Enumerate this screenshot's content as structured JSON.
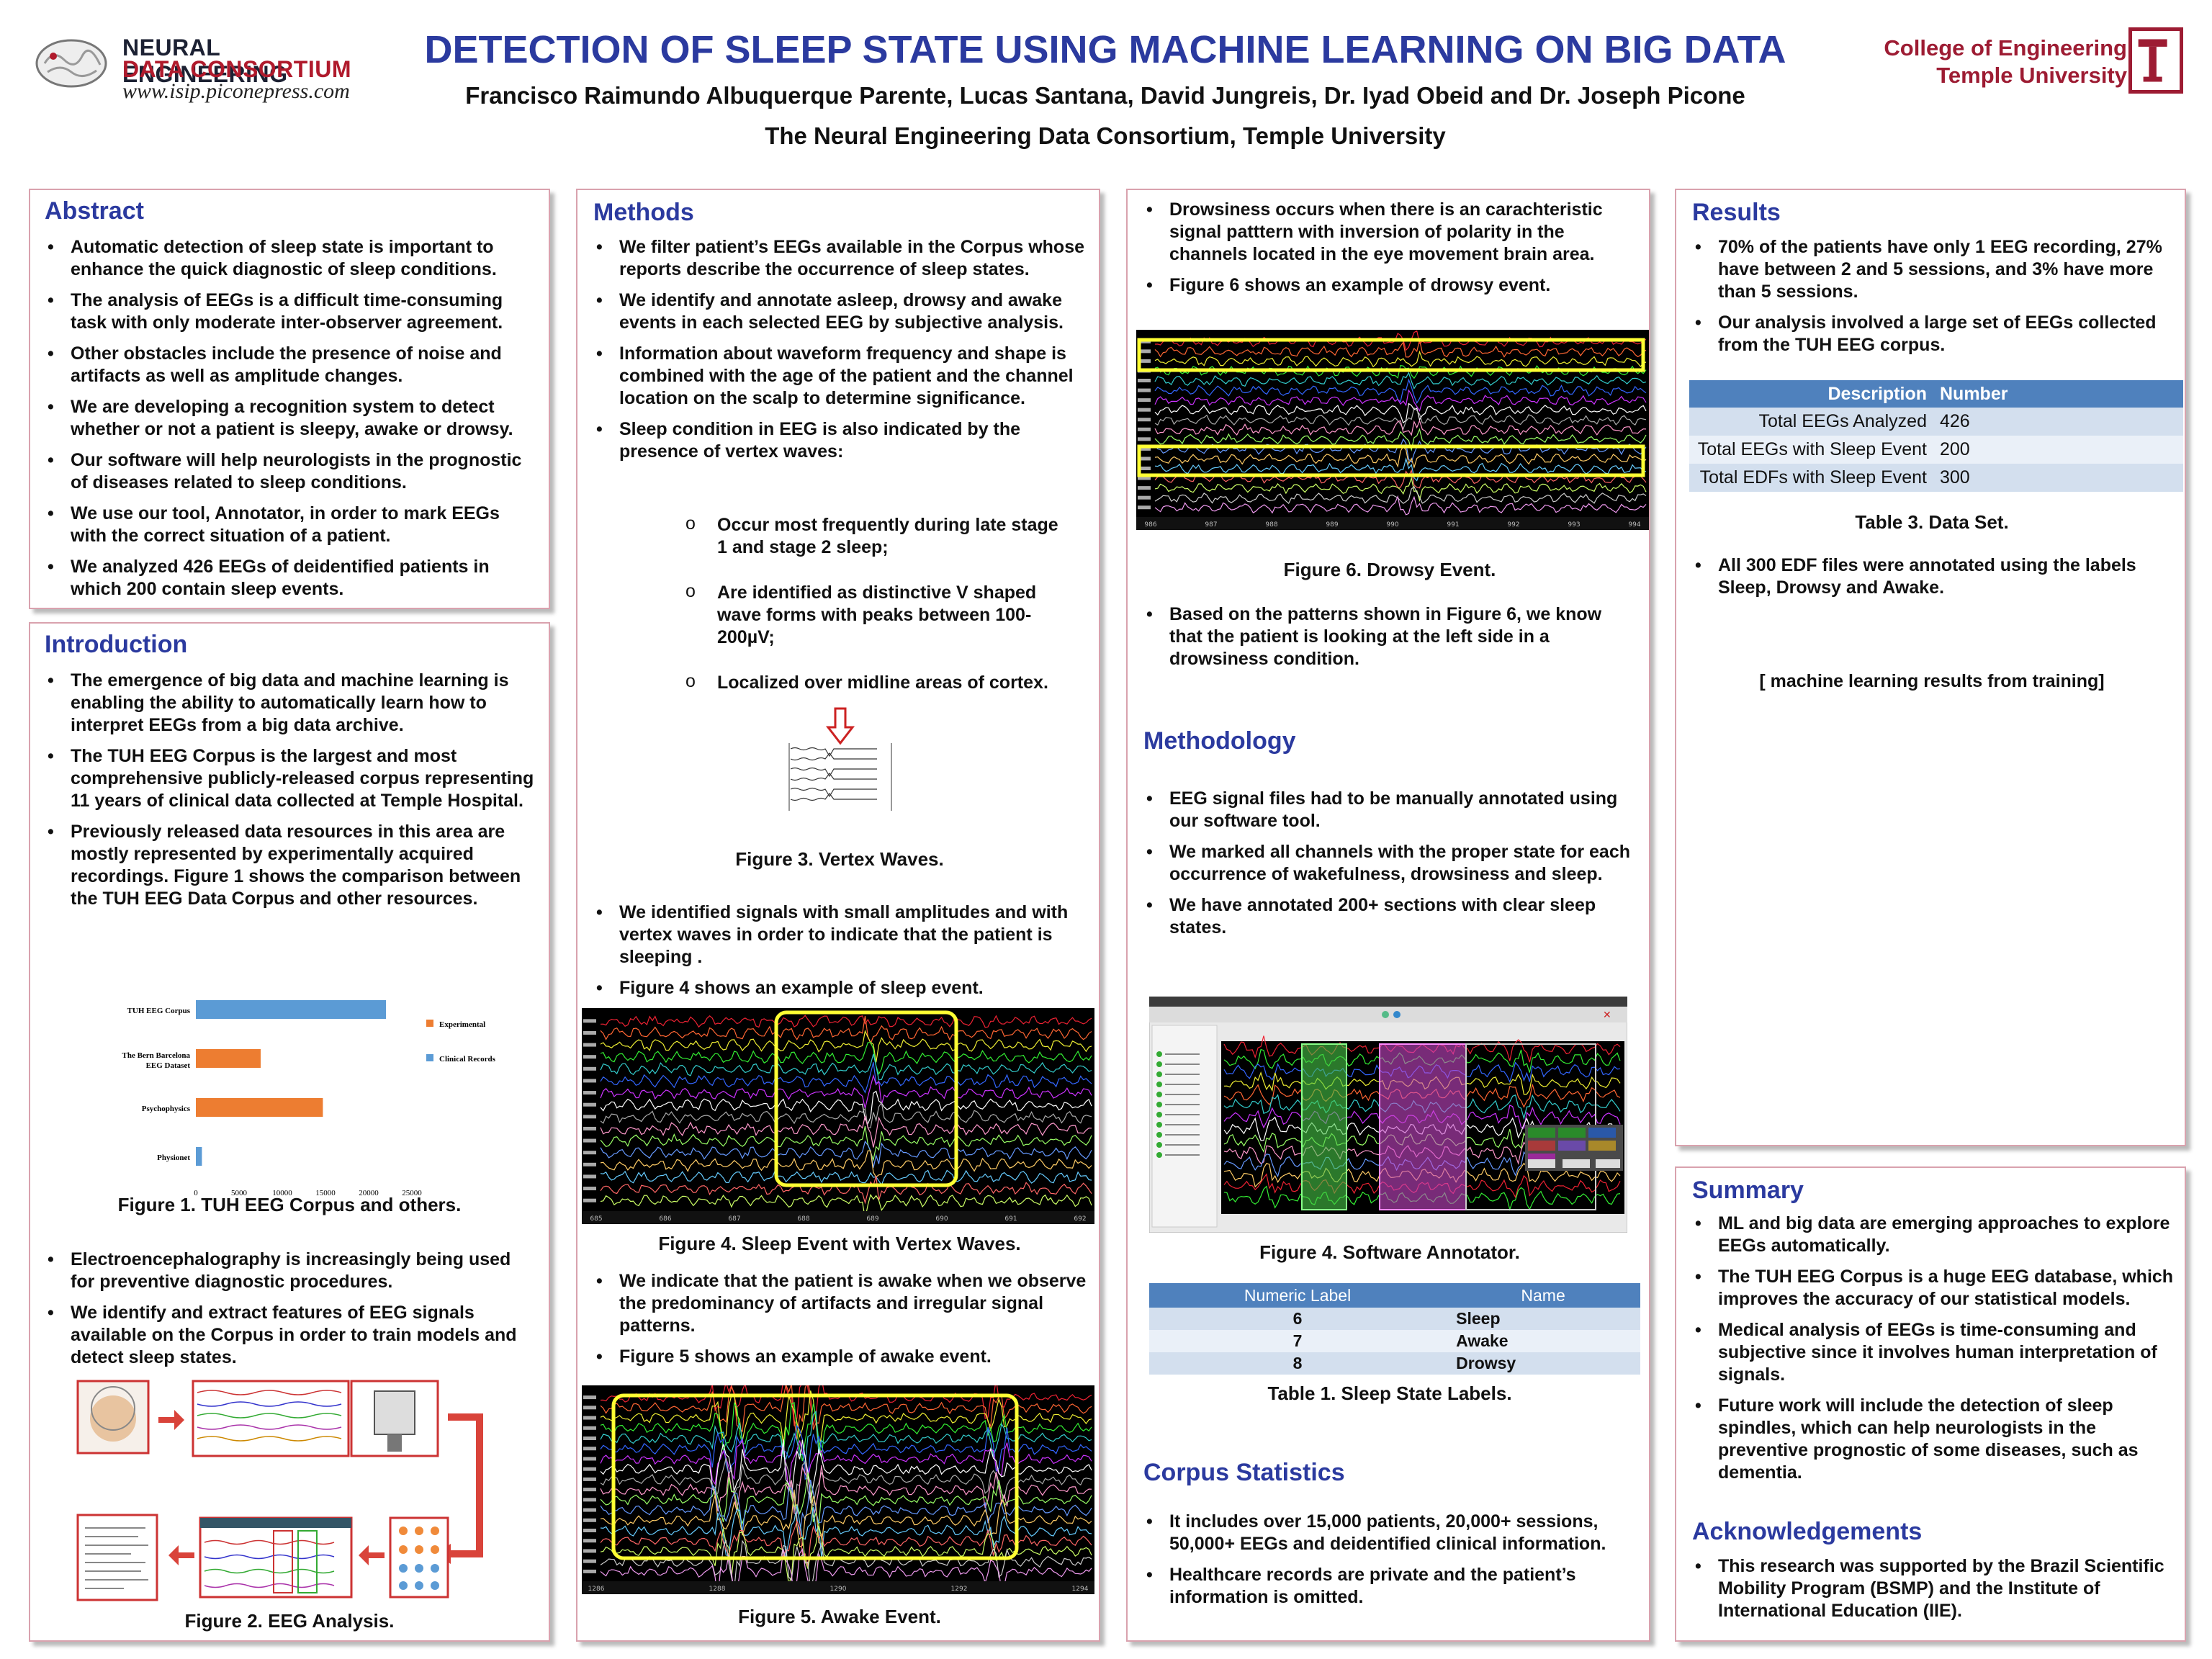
{
  "header": {
    "org_l1": "NEURAL ENGINEERING",
    "org_l2": "DATA CONSORTIUM",
    "url": "www.isip.piconepress.com",
    "title": "DETECTION OF SLEEP STATE USING MACHINE LEARNING ON BIG DATA",
    "authors": "Francisco Raimundo Albuquerque Parente, Lucas Santana, David Jungreis, Dr. Iyad Obeid and Dr. Joseph Picone",
    "affiliation": "The Neural Engineering Data Consortium, Temple University",
    "college_l1": "College of Engineering",
    "college_l2": "Temple University"
  },
  "abstract": {
    "heading": "Abstract",
    "bullets": [
      "Automatic detection of sleep state is important to enhance the quick diagnostic of sleep conditions.",
      "The analysis of EEGs is a difficult time-consuming task with only moderate inter-observer agreement.",
      "Other obstacles include the presence of noise and artifacts as well as amplitude changes.",
      "We are developing a recognition system to detect whether or not a patient is sleepy, awake or drowsy.",
      "Our software will help neurologists in the prognostic of diseases related to sleep conditions.",
      "We use our tool, Annotator, in order to mark EEGs with the correct situation of a patient.",
      "We analyzed 426 EEGs of deidentified patients in which 200 contain sleep events."
    ]
  },
  "introduction": {
    "heading": "Introduction",
    "bullets": [
      "The emergence of big data and machine learning is enabling the ability to automatically learn how to interpret EEGs from a big data archive.",
      "The TUH EEG Corpus is the largest and most comprehensive publicly-released corpus representing 11 years of clinical data collected at Temple Hospital.",
      "Previously released data resources in this area are mostly represented by experimentally acquired recordings.  Figure 1 shows the comparison between the TUH EEG Data Corpus and other resources."
    ],
    "fig1_caption": "Figure 1. TUH EEG Corpus and others.",
    "bullets2": [
      "Electroencephalography is increasingly being used for preventive diagnostic procedures.",
      "We identify and extract features of EEG signals available on the Corpus in order to train models and detect sleep states."
    ],
    "fig2_caption": "Figure 2. EEG Analysis."
  },
  "chart_data": {
    "type": "bar",
    "orientation": "horizontal",
    "categories": [
      "TUH EEG Corpus",
      "The Bern Barcelona EEG Dataset",
      "Psychophysics",
      "Physionet"
    ],
    "values": [
      22000,
      7500,
      14700,
      700
    ],
    "bar_colors": [
      "#5b9bd5",
      "#ed7d31",
      "#ed7d31",
      "#5b9bd5"
    ],
    "legend": [
      {
        "name": "Experimental",
        "color": "#ed7d31"
      },
      {
        "name": "Clinical Records",
        "color": "#5b9bd5"
      }
    ],
    "xticks": [
      "0",
      "5000",
      "10000",
      "15000",
      "20000",
      "25000"
    ],
    "xlim": [
      0,
      25000
    ],
    "legend_position": "right"
  },
  "methods": {
    "heading": "Methods",
    "bullets": [
      "We filter patient’s EEGs available in the Corpus whose reports describe the occurrence of sleep states.",
      "We identify and annotate asleep, drowsy and awake events in each selected EEG by subjective analysis.",
      "Information about waveform frequency and shape is combined with the age of the patient and the channel location on the scalp to determine significance.",
      "Sleep condition in EEG is also indicated by the presence of vertex waves:"
    ],
    "sub": [
      "Occur most frequently during late stage 1 and stage 2 sleep;",
      "Are identified as distinctive V shaped wave forms with peaks between 100-200µV;",
      "Localized over midline areas of cortex."
    ],
    "fig3_caption": "Figure 3. Vertex Waves.",
    "bullets2": [
      "We identified signals with small amplitudes and with vertex waves in order to indicate that the patient is sleeping .",
      "Figure 4 shows an example of sleep event."
    ],
    "fig4_caption": "Figure 4. Sleep Event with Vertex Waves.",
    "fig4_ticks": [
      "685",
      "686",
      "687",
      "688",
      "689",
      "690",
      "691",
      "692"
    ],
    "bullets3": [
      "We indicate that the patient is awake when we observe the predominancy of artifacts and irregular signal patterns.",
      "Figure 5 shows an example of awake event."
    ],
    "fig5_caption": "Figure 5. Awake Event.",
    "fig5_ticks": [
      "1286",
      "1288",
      "1290",
      "1292",
      "1294"
    ]
  },
  "col3": {
    "bullets": [
      "Drowsiness occurs when there is an carachteristic signal patttern with inversion of polarity in the channels located in the eye movement brain area.",
      "Figure 6 shows an example of drowsy event."
    ],
    "fig6_caption": "Figure 6. Drowsy Event.",
    "fig6_ticks": [
      "986",
      "987",
      "988",
      "989",
      "990",
      "991",
      "992",
      "993",
      "994"
    ],
    "bullets2": [
      "Based on the patterns shown in Figure 6, we know that the patient is looking at the left side in a drowsiness condition."
    ],
    "methodology_heading": "Methodology",
    "methodology_bullets": [
      "EEG signal files had to be manually annotated using our software tool.",
      "We marked all channels with the proper state for each occurrence of wakefulness, drowsiness and sleep.",
      "We have annotated 200+ sections with clear sleep states."
    ],
    "annot_caption": "Figure 4. Software Annotator.",
    "table1_headers": [
      "Numeric Label",
      "Name"
    ],
    "table1_rows": [
      [
        "6",
        "Sleep"
      ],
      [
        "7",
        "Awake"
      ],
      [
        "8",
        "Drowsy"
      ]
    ],
    "table1_caption": "Table 1. Sleep State Labels.",
    "corpus_heading": "Corpus Statistics",
    "corpus_bullets": [
      "It includes over 15,000 patients, 20,000+ sessions, 50,000+ EEGs and deidentified clinical information.",
      "Healthcare records are private and the patient’s information is omitted."
    ]
  },
  "results": {
    "heading": "Results",
    "bullets": [
      "70% of the patients have only 1 EEG recording, 27% have between 2 and 5 sessions, and 3% have more than 5 sessions.",
      "Our analysis involved a large set of EEGs collected from the TUH EEG corpus."
    ],
    "table3_headers": [
      "Description",
      "Number"
    ],
    "table3_rows": [
      [
        "Total EEGs Analyzed",
        "426"
      ],
      [
        "Total EEGs with Sleep Event",
        "200"
      ],
      [
        "Total EDFs with Sleep Event",
        "300"
      ]
    ],
    "table3_caption": "Table 3. Data Set.",
    "bullets2": [
      "All 300 EDF files were annotated using the labels Sleep, Drowsy and Awake."
    ],
    "placeholder": "[ machine learning results from training]"
  },
  "summary": {
    "heading": "Summary",
    "bullets": [
      "ML and big data are emerging approaches to explore EEGs automatically.",
      "The TUH EEG Corpus is a huge EEG database, which improves the accuracy of our statistical models.",
      "Medical analysis of EEGs is time-consuming and subjective since it involves human interpretation of signals.",
      "Future work will include the detection of sleep spindles, which can help neurologists in the preventive prognostic of some diseases, such as dementia."
    ],
    "ack_heading": "Acknowledgements",
    "ack_bullets": [
      "This research was supported by the Brazil Scientific Mobility Program (BSMP) and the Institute of International Education (IIE)."
    ]
  }
}
